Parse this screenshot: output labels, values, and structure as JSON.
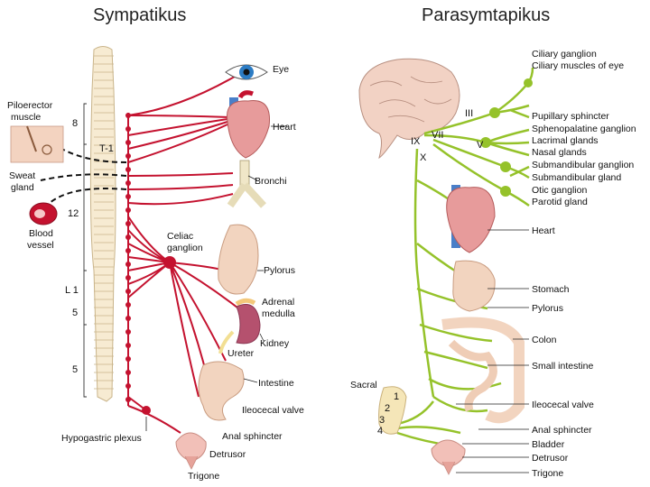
{
  "titles": {
    "left": "Sympatikus",
    "right": "Parasymtapikus"
  },
  "sympathetic": {
    "levels": [
      "8",
      "T-1",
      "12",
      "L 1",
      "5",
      "5"
    ],
    "labels": {
      "piloerector": [
        "Piloerector",
        "muscle"
      ],
      "sweat": [
        "Sweat",
        "gland"
      ],
      "vessel": [
        "Blood",
        "vessel"
      ],
      "eye": "Eye",
      "heart": "Heart",
      "bronchi": "Bronchi",
      "celiac": [
        "Celiac",
        "ganglion"
      ],
      "pylorus": "Pylorus",
      "adrenal": [
        "Adrenal",
        "medulla"
      ],
      "kidney": "Kidney",
      "ureter": "Ureter",
      "intestine": "Intestine",
      "ileocecal": "Ileocecal valve",
      "anal": "Anal sphincter",
      "hypogastric": "Hypogastric plexus",
      "detrusor": "Detrusor",
      "trigone": "Trigone"
    }
  },
  "parasympathetic": {
    "cranial_nerves": [
      "III",
      "VII",
      "IX",
      "X",
      "V"
    ],
    "sacral_label": "Sacral",
    "sacral_numbers": [
      "1",
      "2",
      "3",
      "4"
    ],
    "labels": [
      "Ciliary ganglion",
      "Ciliary muscles of eye",
      "Pupillary sphincter",
      "Sphenopalatine ganglion",
      "Lacrimal glands",
      "Nasal glands",
      "Submandibular ganglion",
      "Submandibular gland",
      "Otic ganglion",
      "Parotid gland",
      "Heart",
      "Stomach",
      "Pylorus",
      "Colon",
      "Small intestine",
      "Ileocecal valve",
      "Anal sphincter",
      "Bladder",
      "Detrusor",
      "Trigone"
    ]
  },
  "colors": {
    "sympathetic": "#c4122f",
    "parasympathetic": "#95c22a"
  }
}
